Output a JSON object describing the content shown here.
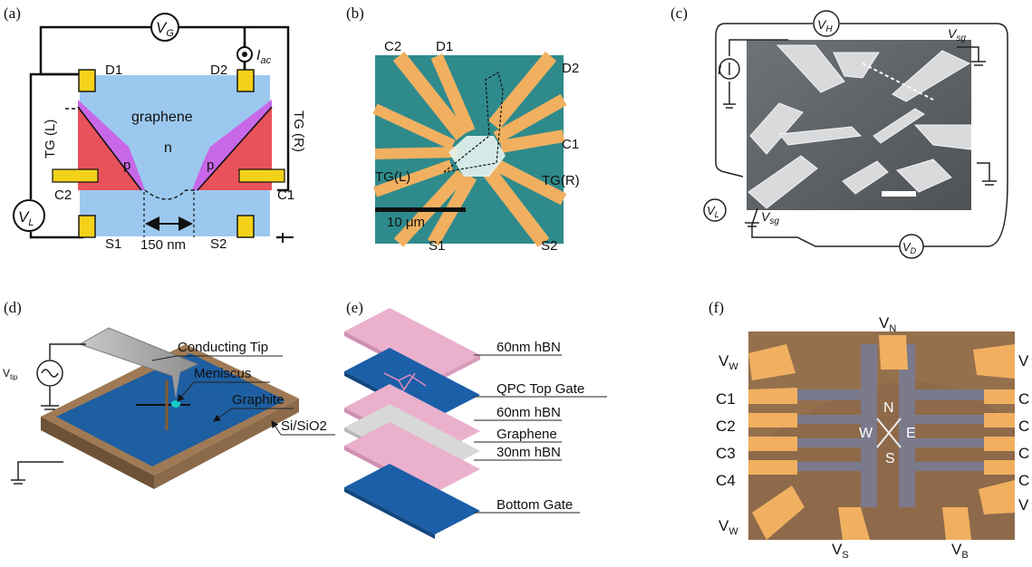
{
  "panels": {
    "a": {
      "label": "(a)",
      "vg": "V",
      "vg_sub": "G",
      "iac": "I",
      "iac_sub": "ac",
      "vl": "V",
      "vl_sub": "L",
      "d1": "D1",
      "d2": "D2",
      "s1": "S1",
      "s2": "S2",
      "c1": "C1",
      "c2": "C2",
      "tgl": "TG (L)",
      "tgr": "TG (R)",
      "graphene": "graphene",
      "n": "n",
      "p_left": "p",
      "p_right": "p",
      "width": "150 nm"
    },
    "b": {
      "label": "(b)",
      "c2": "C2",
      "d1": "D1",
      "d2": "D2",
      "c1": "C1",
      "tgl": "TG(L)",
      "tgr": "TG(R)",
      "s1": "S1",
      "s2": "S2",
      "scale": "10 μm"
    },
    "c": {
      "label": "(c)",
      "vh": "V",
      "vh_sub": "H",
      "vsg_top": "V",
      "vsg_top_sub": "sg",
      "i": "I",
      "vl": "V",
      "vl_sub": "L",
      "vsg_bot": "V",
      "vsg_bot_sub": "sg",
      "vd": "V",
      "vd_sub": "D"
    },
    "d": {
      "label": "(d)",
      "tip": "Conducting Tip",
      "meniscus": "Meniscus",
      "graphite": "Graphite",
      "substrate": "Si/SiO2",
      "vtip": "V",
      "vtip_sub": "tip"
    },
    "e": {
      "label": "(e)",
      "layers": [
        "60nm hBN",
        "QPC Top Gate",
        "60nm hBN",
        "Graphene",
        "30nm hBN",
        "Bottom Gate"
      ]
    },
    "f": {
      "label": "(f)",
      "vn": "V",
      "vn_sub": "N",
      "vw_top": "V",
      "vw_top_sub": "W",
      "vw_bot": "V",
      "vw_bot_sub": "W",
      "vs": "V",
      "vs_sub": "S",
      "vb": "V",
      "vb_sub": "B",
      "left": [
        "C1",
        "C2",
        "C3",
        "C4"
      ],
      "right": [
        "V",
        "C",
        "C",
        "C",
        "C",
        "V"
      ],
      "n": "N",
      "w": "W",
      "e": "E",
      "s": "S"
    }
  },
  "colors": {
    "graphene": "#9cc8ef",
    "gate_magenta": "#c868e8",
    "gate_red": "#e8525a",
    "contact_yellow": "#f5d21a",
    "hbn_pink": "#eab0cc",
    "gate_blue": "#1b5fa8",
    "graphite_blue": "#1e5fa2",
    "substrate": "#8a6a4a",
    "gold": "#f0b060"
  }
}
